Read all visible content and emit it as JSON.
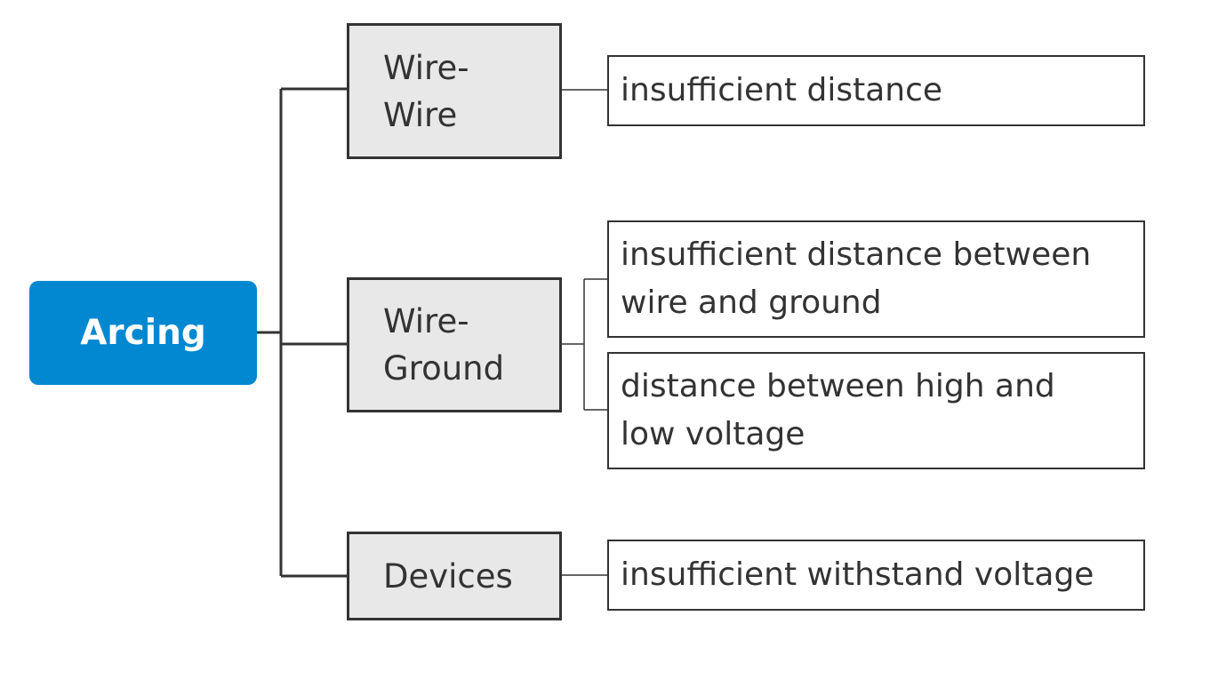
{
  "colors": {
    "root_fill": "#0288d1",
    "root_text": "#ffffff",
    "category_fill": "#e8e8e8",
    "category_border": "#333333",
    "cause_border": "#333333",
    "connector": "#333333"
  },
  "root": {
    "label": "Arcing"
  },
  "categories": [
    {
      "lines": [
        "Wire-",
        "Wire"
      ],
      "causes": [
        {
          "lines": [
            "insufficient distance"
          ]
        }
      ]
    },
    {
      "lines": [
        "Wire-",
        "Ground"
      ],
      "causes": [
        {
          "lines": [
            "insufficient distance between",
            "wire and ground"
          ]
        },
        {
          "lines": [
            "distance between high and",
            "low voltage"
          ]
        }
      ]
    },
    {
      "lines": [
        "Devices"
      ],
      "causes": [
        {
          "lines": [
            "insufficient withstand voltage"
          ]
        }
      ]
    }
  ]
}
